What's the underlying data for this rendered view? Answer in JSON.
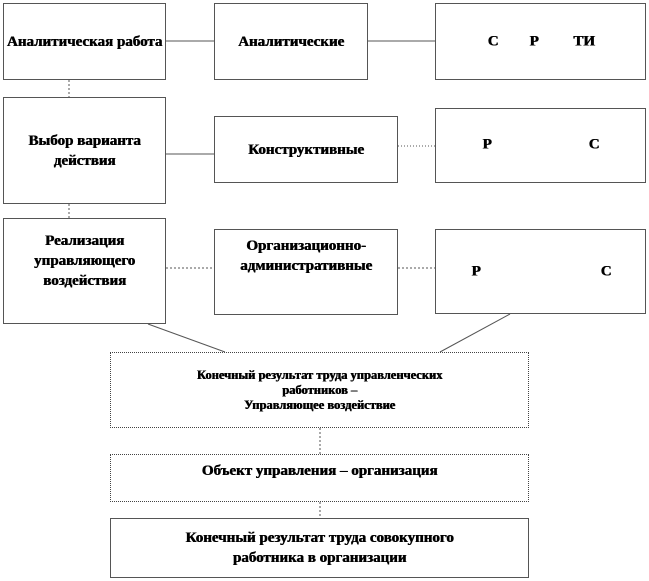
{
  "left_column": {
    "analytic_work": "Аналитическая работа",
    "choice": "Выбор варианта действия",
    "implementation": "Реализация управляющего воздействия"
  },
  "middle_column": {
    "analytic": "Аналитические",
    "constructive": "Конструктивные",
    "org_admin": "Организационно-административные"
  },
  "right_column": {
    "row1": [
      "С",
      "Р",
      "ТИ"
    ],
    "row2": [
      "Р",
      "С"
    ],
    "row3": [
      "Р",
      "С"
    ]
  },
  "bottom": {
    "result_line1": "Конечный результат труда управленческих",
    "result_line2": "работников –",
    "result_line3": "Управляющее воздействие",
    "object": "Объект управления – организация",
    "final_line1": "Конечный результат труда совокупного",
    "final_line2": "работника в организации"
  }
}
